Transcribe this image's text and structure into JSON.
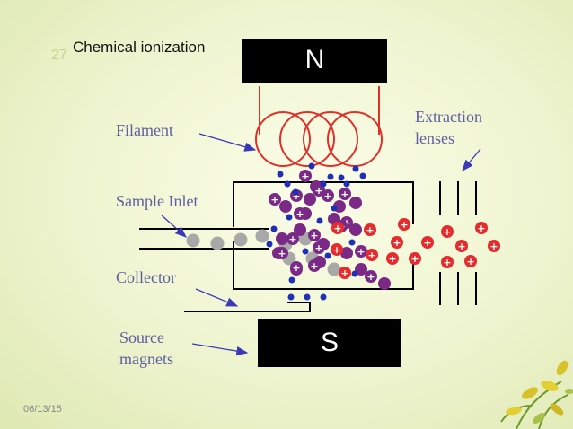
{
  "slide": {
    "page_number": "27",
    "title": "Chemical ionization",
    "date": "06/13/15"
  },
  "diagram": {
    "magnet_north": "N",
    "magnet_south": "S",
    "labels": {
      "filament": "Filament",
      "sample_inlet": "Sample Inlet",
      "collector": "Collector",
      "source_magnets_line1": "Source",
      "source_magnets_line2": "magnets",
      "extraction_lenses_line1": "Extraction",
      "extraction_lenses_line2": "lenses"
    },
    "ion_symbol": "+",
    "colors": {
      "background": "#eef4cf",
      "label_text": "#5f5fa0",
      "filament": "#e0302a",
      "electron": "#1f2fb8",
      "molecule": "#7a2a86",
      "sample_molecule": "#a8a8a8",
      "product_ion": "#e52b2b",
      "magnet": "#000000"
    }
  }
}
